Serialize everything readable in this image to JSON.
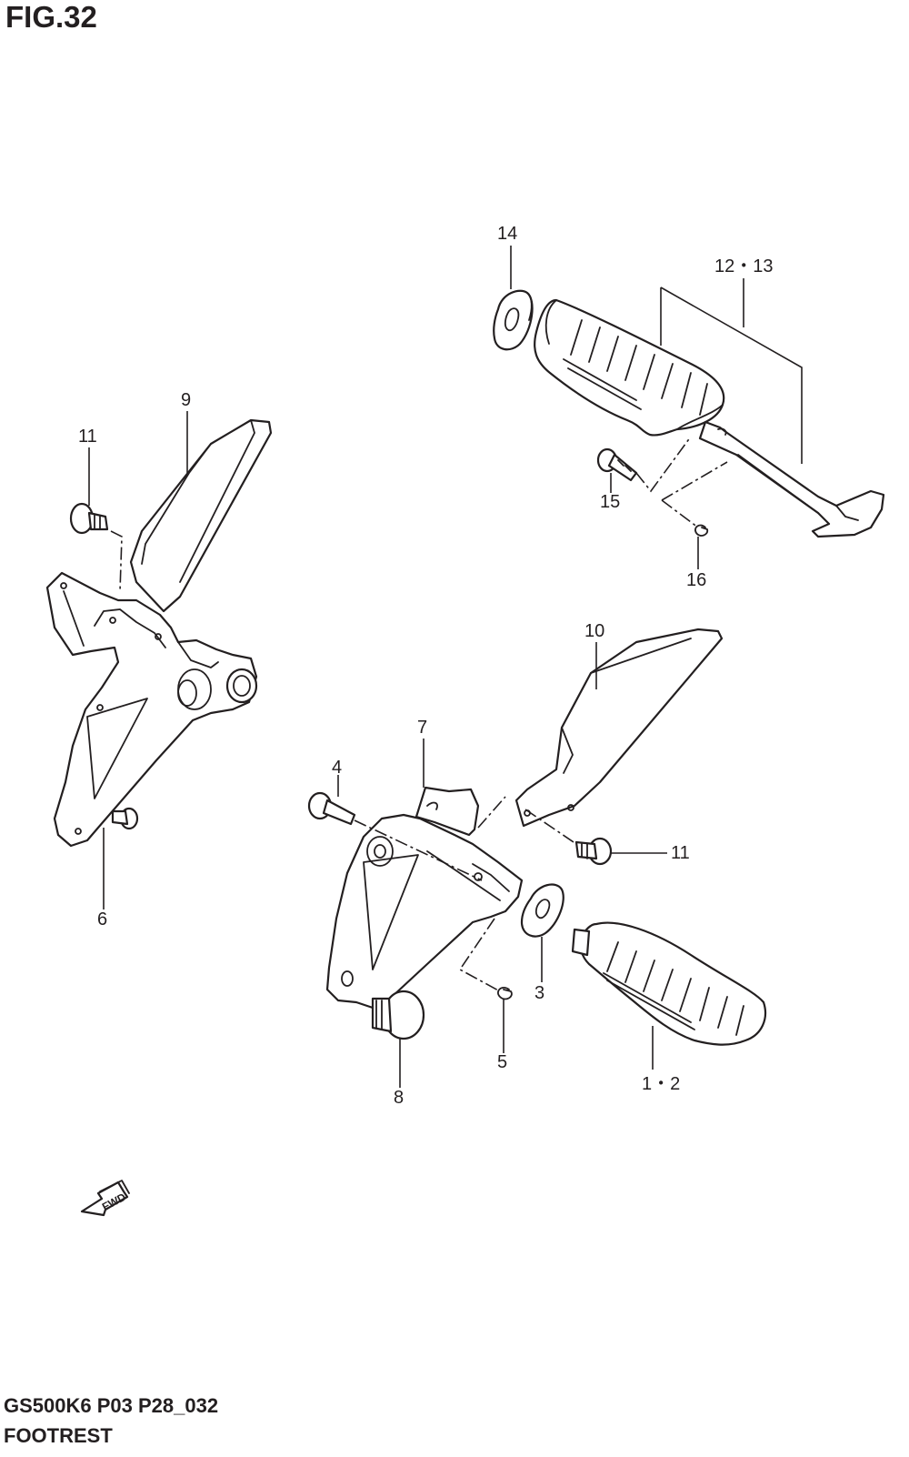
{
  "figure": {
    "title": "FIG.32",
    "model_code": "GS500K6 P03 P28_032",
    "section_name": "FOOTREST"
  },
  "callouts": {
    "c14": "14",
    "c12_13": "12・13",
    "c15": "15",
    "c16": "16",
    "c9": "9",
    "c11_top": "11",
    "c6": "6",
    "c10": "10",
    "c7": "7",
    "c4": "4",
    "c11_right": "11",
    "c3": "3",
    "c5": "5",
    "c8": "8",
    "c1_2": "1・2"
  },
  "fwd_arrow_label": "FWD",
  "colors": {
    "line": "#231f20",
    "background": "#ffffff"
  }
}
